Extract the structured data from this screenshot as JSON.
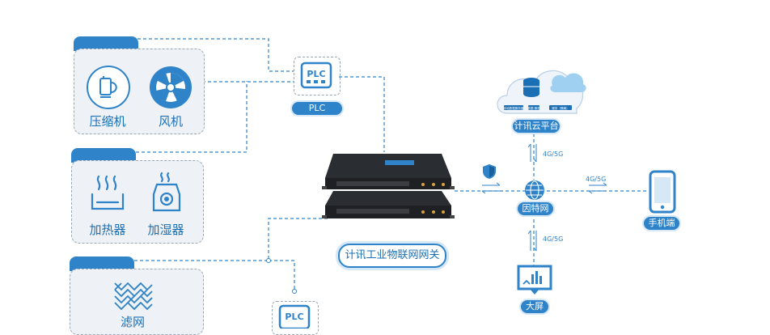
{
  "groups": [
    {
      "devices": [
        {
          "label": "压缩机",
          "icon": "compressor-icon"
        },
        {
          "label": "风机",
          "icon": "fan-icon"
        }
      ]
    },
    {
      "devices": [
        {
          "label": "加热器",
          "icon": "heater-icon"
        },
        {
          "label": "加湿器",
          "icon": "humidifier-icon"
        }
      ]
    },
    {
      "devices": [
        {
          "label": "滤网",
          "icon": "filter-mesh-icon"
        }
      ]
    }
  ],
  "plc": {
    "icon_text": "PLC",
    "label": "PLC"
  },
  "plc2": {
    "icon_text": "PLC"
  },
  "gateway": {
    "label": "计讯工业物联网网关"
  },
  "cloud": {
    "label": "计讯云平台",
    "inner_texts": [
      "本地数据服务器",
      "数据\n服务",
      "服务（隔离）"
    ]
  },
  "internet": {
    "label": "因特网"
  },
  "phone": {
    "label": "手机端"
  },
  "screen": {
    "label": "大屏"
  },
  "links": {
    "cloud_internet": "4G/5G",
    "internet_phone": "4G/5G",
    "internet_screen": "4G/5G"
  },
  "colors": {
    "primary": "#2f83c9",
    "light": "#d6e7f6",
    "box": "#eef2f6"
  }
}
